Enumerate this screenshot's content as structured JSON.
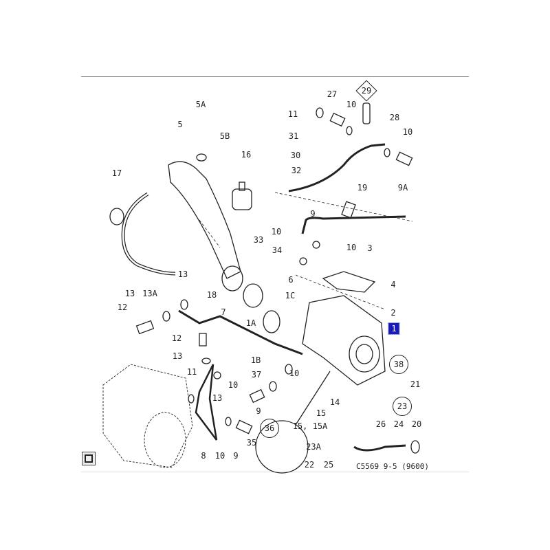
{
  "diagram": {
    "caption": "C5569 9-5 (9600)",
    "highlighted_part": "1",
    "labels": [
      "5A",
      "5",
      "5B",
      "16",
      "17",
      "27",
      "29",
      "10",
      "11",
      "28",
      "10",
      "31",
      "30",
      "32",
      "19",
      "9A",
      "9",
      "10",
      "10",
      "3",
      "33",
      "34",
      "13",
      "4",
      "6",
      "13",
      "13A",
      "18",
      "1C",
      "7",
      "2",
      "1A",
      "1",
      "12",
      "12",
      "13",
      "1B",
      "38",
      "11",
      "37",
      "10",
      "10",
      "13",
      "21",
      "14",
      "23",
      "15",
      "9",
      "36",
      "15, 15A",
      "26",
      "24",
      "20",
      "35",
      "23A",
      "8",
      "10",
      "9",
      "22",
      "25"
    ]
  },
  "colors": {
    "highlight": "#1a1ab8",
    "line": "#222222"
  },
  "controls": {
    "zoom_icon": "zoom-box-icon"
  }
}
